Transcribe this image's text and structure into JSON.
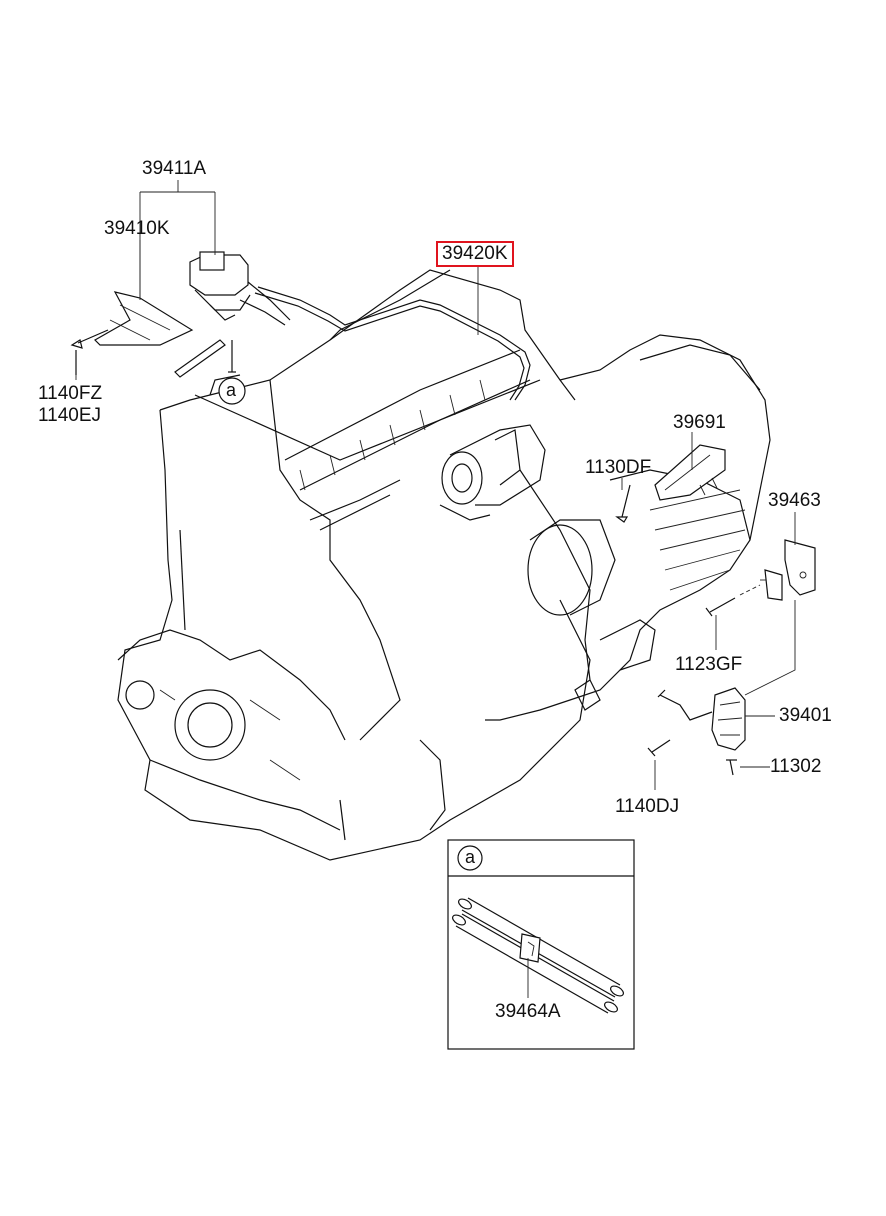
{
  "labels": {
    "p39411A": "39411A",
    "p39410K": "39410K",
    "p39420K": "39420K",
    "p1140FZ": "1140FZ",
    "p1140EJ": "1140EJ",
    "p39691": "39691",
    "p1130DF": "1130DF",
    "p39463": "39463",
    "p1123GF": "1123GF",
    "p39401": "39401",
    "p11302": "11302",
    "p1140DJ": "1140DJ",
    "p39464A": "39464A",
    "callout_a": "a",
    "inset_a": "a"
  },
  "highlight_color": "#e0141e"
}
